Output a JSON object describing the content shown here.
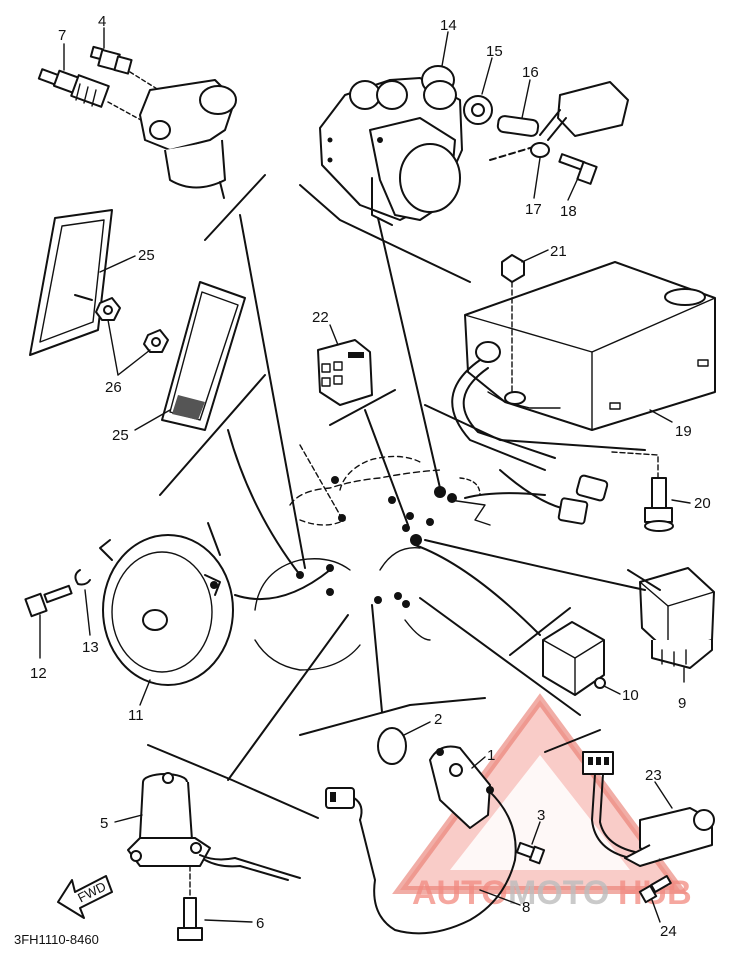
{
  "diagram_code": "3FH1110-8460",
  "fwd_label": "FWD",
  "callouts": {
    "c1": "1",
    "c2": "2",
    "c3": "3",
    "c4": "4",
    "c5": "5",
    "c6": "6",
    "c7": "7",
    "c8": "8",
    "c9": "9",
    "c10": "10",
    "c11": "11",
    "c12": "12",
    "c13": "13",
    "c14": "14",
    "c15": "15",
    "c16": "16",
    "c17": "17",
    "c18": "18",
    "c19": "19",
    "c20": "20",
    "c21": "21",
    "c22": "22",
    "c23": "23",
    "c24": "24",
    "c25a": "25",
    "c25b": "25",
    "c26": "26"
  },
  "watermark": {
    "part1": "AUTO",
    "part2": "MOTO",
    "part3": "HUB",
    "color_primary": "#f28a80",
    "color_secondary": "#c9c9c9"
  }
}
